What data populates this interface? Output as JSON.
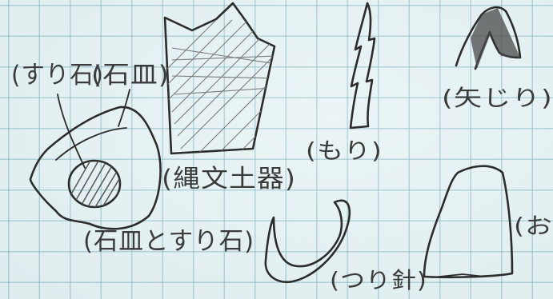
{
  "labels": {
    "suriishi": "(すり石)",
    "ishizara": "(石皿)",
    "jomon_doki": "(縄文土器)",
    "mori": "(もり)",
    "yajiri": "(矢じり)",
    "ishizara_to_suriishi": "(石皿とすり石)",
    "tsuribari": "(つり針)",
    "ono_partial": "(お"
  }
}
